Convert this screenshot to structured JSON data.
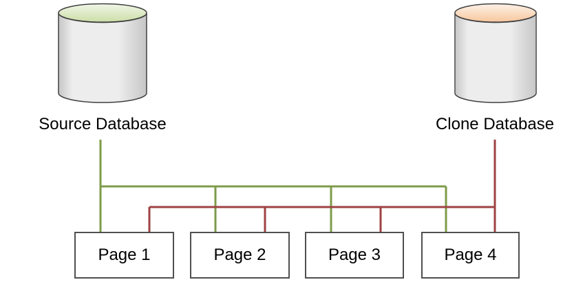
{
  "diagram": {
    "source_db": {
      "label": "Source Database",
      "shape": "database-cylinder",
      "top_color_name": "green"
    },
    "clone_db": {
      "label": "Clone Database",
      "shape": "database-cylinder",
      "top_color_name": "orange"
    },
    "pages": [
      {
        "label": "Page 1"
      },
      {
        "label": "Page 2"
      },
      {
        "label": "Page 3"
      },
      {
        "label": "Page 4"
      }
    ],
    "connections": [
      {
        "from": "Source Database",
        "to": [
          "Page 1",
          "Page 2",
          "Page 3",
          "Page 4"
        ],
        "line_color": "#7E9B49"
      },
      {
        "from": "Clone Database",
        "to": [
          "Page 1",
          "Page 2",
          "Page 3",
          "Page 4"
        ],
        "line_color": "#9E4242"
      }
    ],
    "colors": {
      "source_line": "#7E9B49",
      "clone_line": "#9E4242",
      "outline": "#3F3F3F",
      "box_border": "#4F4F4F",
      "cyl_body_light": "#EDEDED",
      "cyl_body_edge": "#C6C6C6",
      "source_top_light": "#F1F6E8",
      "source_top_dark": "#CCDEA6",
      "clone_top_light": "#FDF2E8",
      "clone_top_dark": "#F7C69C"
    }
  }
}
